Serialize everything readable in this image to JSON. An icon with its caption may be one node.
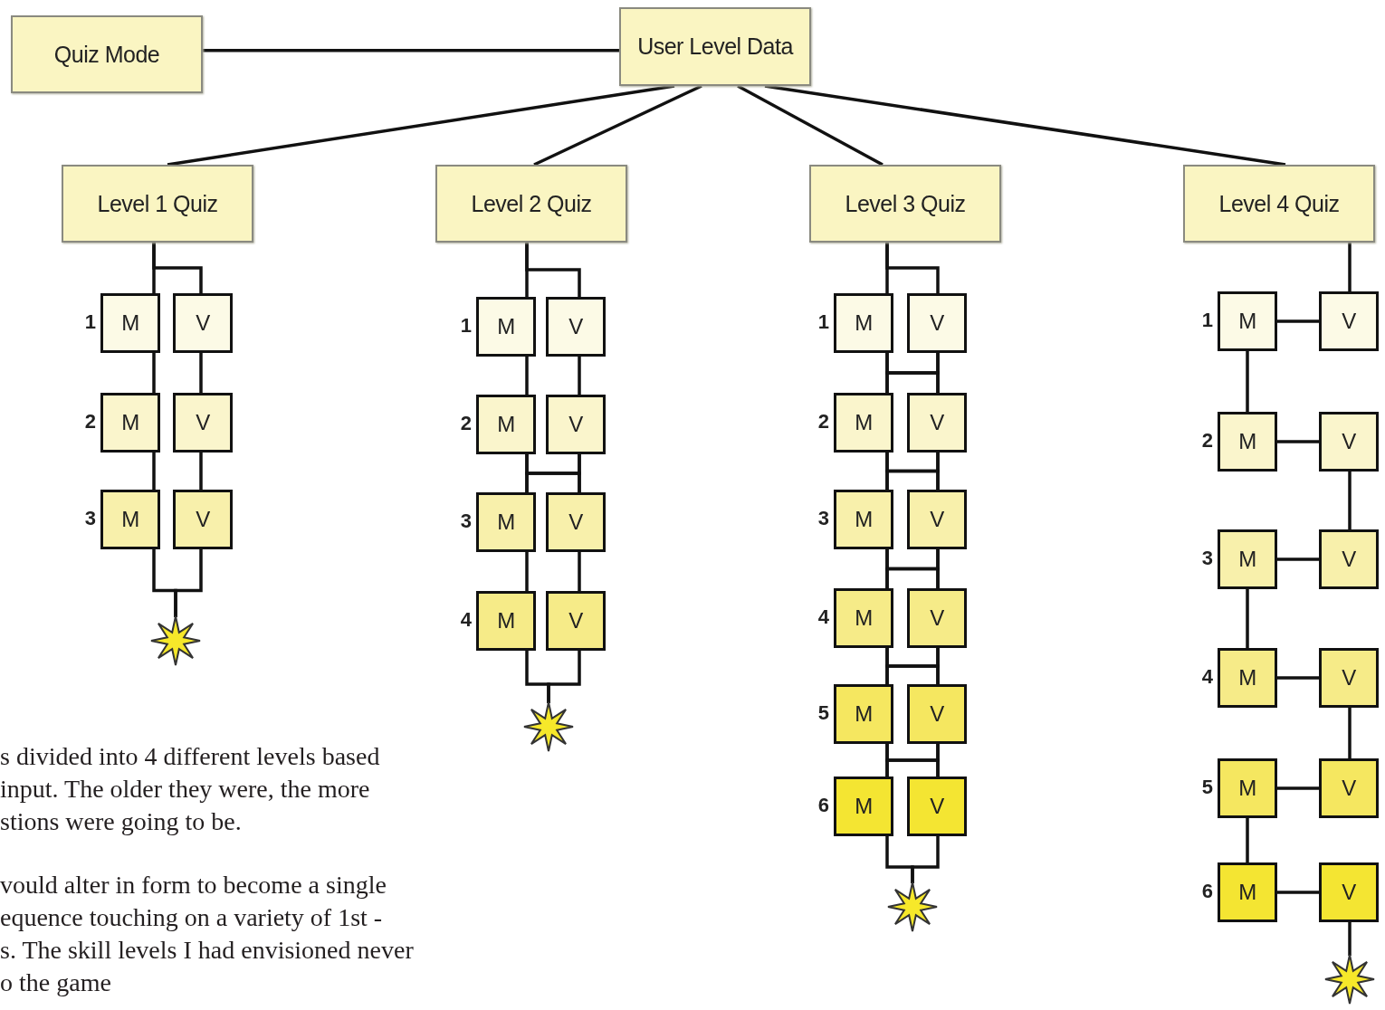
{
  "diagram": {
    "nodes": [
      {
        "text": [
          "Quiz Mode"
        ]
      },
      {
        "text": [
          "User Level Data"
        ]
      },
      {
        "text": [
          "Level 1 Quiz"
        ]
      },
      {
        "text": [
          "Level 2 Quiz"
        ]
      },
      {
        "text": [
          "Level 3 Quiz"
        ]
      },
      {
        "text": [
          "Level 4 Quiz"
        ]
      },
      {
        "text": [
          "M"
        ],
        "beside": [
          "1"
        ]
      },
      {
        "text": [
          "V"
        ]
      },
      {
        "text": [
          "M"
        ],
        "beside": [
          "2"
        ]
      },
      {
        "text": [
          "V"
        ]
      },
      {
        "text": [
          "M"
        ],
        "beside": [
          "3"
        ]
      },
      {
        "text": [
          "V"
        ]
      },
      {
        "text": [],
        "shape": "star"
      },
      {
        "text": [
          "M"
        ],
        "beside": [
          "1"
        ]
      },
      {
        "text": [
          "V"
        ]
      },
      {
        "text": [
          "M"
        ],
        "beside": [
          "2"
        ]
      },
      {
        "text": [
          "V"
        ]
      },
      {
        "text": [
          "M"
        ],
        "beside": [
          "3"
        ]
      },
      {
        "text": [
          "V"
        ]
      },
      {
        "text": [
          "M"
        ],
        "beside": [
          "4"
        ]
      },
      {
        "text": [
          "V"
        ]
      },
      {
        "text": [],
        "shape": "star"
      },
      {
        "text": [
          "M"
        ],
        "beside": [
          "1"
        ]
      },
      {
        "text": [
          "V"
        ]
      },
      {
        "text": [
          "M"
        ],
        "beside": [
          "2"
        ]
      },
      {
        "text": [
          "V"
        ]
      },
      {
        "text": [
          "M"
        ],
        "beside": [
          "3"
        ]
      },
      {
        "text": [
          "V"
        ]
      },
      {
        "text": [
          "M"
        ],
        "beside": [
          "4"
        ]
      },
      {
        "text": [
          "V"
        ]
      },
      {
        "text": [
          "M"
        ],
        "beside": [
          "5"
        ]
      },
      {
        "text": [
          "V"
        ]
      },
      {
        "text": [
          "M"
        ],
        "beside": [
          "6"
        ]
      },
      {
        "text": [
          "V"
        ]
      },
      {
        "text": [],
        "shape": "star"
      },
      {
        "text": [
          "M"
        ],
        "beside": [
          "1"
        ]
      },
      {
        "text": [
          "V"
        ]
      },
      {
        "text": [
          "M"
        ],
        "beside": [
          "2"
        ]
      },
      {
        "text": [
          "V"
        ]
      },
      {
        "text": [
          "M"
        ],
        "beside": [
          "3"
        ]
      },
      {
        "text": [
          "V"
        ]
      },
      {
        "text": [
          "M"
        ],
        "beside": [
          "4"
        ]
      },
      {
        "text": [
          "V"
        ]
      },
      {
        "text": [
          "M"
        ],
        "beside": [
          "5"
        ]
      },
      {
        "text": [
          "V"
        ]
      },
      {
        "text": [
          "M"
        ],
        "beside": [
          "6"
        ]
      },
      {
        "text": [
          "V"
        ]
      },
      {
        "text": [],
        "shape": "star"
      }
    ],
    "edges": [
      {
        "from": 0,
        "to": 1,
        "arrow": "none"
      },
      {
        "from": 1,
        "to": 2,
        "arrow": "none"
      },
      {
        "from": 1,
        "to": 3,
        "arrow": "none"
      },
      {
        "from": 1,
        "to": 4,
        "arrow": "none"
      },
      {
        "from": 1,
        "to": 5,
        "arrow": "none"
      },
      {
        "from": 2,
        "to": 6,
        "arrow": "none"
      },
      {
        "from": 2,
        "to": 7,
        "arrow": "none"
      },
      {
        "from": 6,
        "to": 8,
        "arrow": "none"
      },
      {
        "from": 7,
        "to": 9,
        "arrow": "none"
      },
      {
        "from": 8,
        "to": 10,
        "arrow": "none"
      },
      {
        "from": 9,
        "to": 11,
        "arrow": "none"
      },
      {
        "from": 10,
        "to": 12,
        "arrow": "none"
      },
      {
        "from": 11,
        "to": 12,
        "arrow": "none"
      },
      {
        "from": 3,
        "to": 13,
        "arrow": "none"
      },
      {
        "from": 3,
        "to": 14,
        "arrow": "none"
      },
      {
        "from": 13,
        "to": 15,
        "arrow": "none"
      },
      {
        "from": 14,
        "to": 16,
        "arrow": "none"
      },
      {
        "from": 15,
        "to": 17,
        "arrow": "none"
      },
      {
        "from": 16,
        "to": 18,
        "arrow": "none"
      },
      {
        "from": 15,
        "to": 18,
        "arrow": "none"
      },
      {
        "from": 16,
        "to": 17,
        "arrow": "none"
      },
      {
        "from": 17,
        "to": 19,
        "arrow": "none"
      },
      {
        "from": 18,
        "to": 20,
        "arrow": "none"
      },
      {
        "from": 19,
        "to": 21,
        "arrow": "none"
      },
      {
        "from": 20,
        "to": 21,
        "arrow": "none"
      },
      {
        "from": 4,
        "to": 22,
        "arrow": "none"
      },
      {
        "from": 4,
        "to": 23,
        "arrow": "none"
      },
      {
        "from": 22,
        "to": 24,
        "arrow": "none"
      },
      {
        "from": 23,
        "to": 25,
        "arrow": "none"
      },
      {
        "from": 22,
        "to": 25,
        "arrow": "none"
      },
      {
        "from": 23,
        "to": 24,
        "arrow": "none"
      },
      {
        "from": 24,
        "to": 26,
        "arrow": "none"
      },
      {
        "from": 25,
        "to": 27,
        "arrow": "none"
      },
      {
        "from": 24,
        "to": 27,
        "arrow": "none"
      },
      {
        "from": 25,
        "to": 26,
        "arrow": "none"
      },
      {
        "from": 26,
        "to": 28,
        "arrow": "none"
      },
      {
        "from": 27,
        "to": 29,
        "arrow": "none"
      },
      {
        "from": 26,
        "to": 29,
        "arrow": "none"
      },
      {
        "from": 27,
        "to": 28,
        "arrow": "none"
      },
      {
        "from": 28,
        "to": 30,
        "arrow": "none"
      },
      {
        "from": 29,
        "to": 31,
        "arrow": "none"
      },
      {
        "from": 28,
        "to": 31,
        "arrow": "none"
      },
      {
        "from": 29,
        "to": 30,
        "arrow": "none"
      },
      {
        "from": 30,
        "to": 32,
        "arrow": "none"
      },
      {
        "from": 31,
        "to": 33,
        "arrow": "none"
      },
      {
        "from": 30,
        "to": 33,
        "arrow": "none"
      },
      {
        "from": 31,
        "to": 32,
        "arrow": "none"
      },
      {
        "from": 32,
        "to": 34,
        "arrow": "none"
      },
      {
        "from": 33,
        "to": 34,
        "arrow": "none"
      },
      {
        "from": 5,
        "to": 36,
        "arrow": "none"
      },
      {
        "from": 35,
        "to": 36,
        "arrow": "none"
      },
      {
        "from": 35,
        "to": 37,
        "arrow": "none"
      },
      {
        "from": 37,
        "to": 38,
        "arrow": "none"
      },
      {
        "from": 38,
        "to": 40,
        "arrow": "none"
      },
      {
        "from": 40,
        "to": 39,
        "arrow": "none"
      },
      {
        "from": 39,
        "to": 41,
        "arrow": "none"
      },
      {
        "from": 41,
        "to": 42,
        "arrow": "none"
      },
      {
        "from": 42,
        "to": 44,
        "arrow": "none"
      },
      {
        "from": 44,
        "to": 43,
        "arrow": "none"
      },
      {
        "from": 43,
        "to": 45,
        "arrow": "none"
      },
      {
        "from": 45,
        "to": 46,
        "arrow": "none"
      },
      {
        "from": 46,
        "to": 47,
        "arrow": "none"
      }
    ],
    "labels": [
      "s divided into 4 different levels based",
      "input. The older they were, the more",
      "stions were going to be.",
      "vould alter in form to become a single",
      "equence touching on a variety of 1st -",
      "s. The skill levels I had envisioned never",
      "o the game"
    ]
  }
}
